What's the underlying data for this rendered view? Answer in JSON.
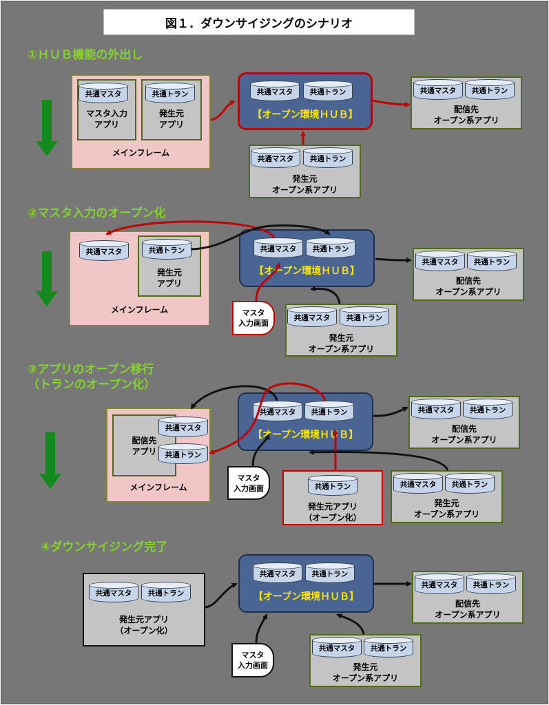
{
  "title": "図１．ダウンサイジングのシナリオ",
  "labels": {
    "common_master": "共通マスタ",
    "common_tran": "共通トラン",
    "hub": "【オープン環境ＨＵＢ】",
    "mainframe": "メインフレーム",
    "master_input_app": [
      "マスタ入力",
      "アプリ"
    ],
    "origin_app": [
      "発生元",
      "アプリ"
    ],
    "dest_open_app": [
      "配信先",
      "オープン系アプリ"
    ],
    "origin_open_app": [
      "発生元",
      "オープン系アプリ"
    ],
    "master_screen": [
      "マスタ",
      "入力画面"
    ],
    "dest_app": [
      "配信先",
      "アプリ"
    ],
    "origin_app_open": [
      "発生元アプリ",
      "（オープン化）"
    ]
  },
  "sections": [
    {
      "heading": "①ＨＵＢ機能の外出し"
    },
    {
      "heading": "②マスタ入力のオープン化"
    },
    {
      "heading": [
        "③アプリのオープン移行",
        "（トランのオープン化）"
      ]
    },
    {
      "heading": "④ダウンサイジング完了"
    }
  ],
  "colors": {
    "background": "#777777",
    "heading": "#86d12b",
    "mainframe": "#f1c6c6",
    "hub": "#4a6594",
    "hub_text": "#ffe600",
    "down_arrow": "#138a1e",
    "red_arrow": "#c00000",
    "black_arrow": "#111111"
  }
}
